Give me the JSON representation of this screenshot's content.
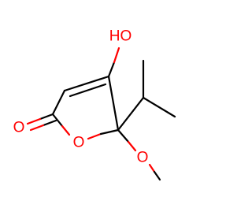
{
  "colors": {
    "carbon_bond": "#000000",
    "oxygen": "#ff0000",
    "background": "#ffffff"
  },
  "atoms": {
    "hydroxyl": "HO",
    "carbonyl_oxygen": "O",
    "ring_oxygen": "O",
    "methoxy_oxygen": "O"
  }
}
